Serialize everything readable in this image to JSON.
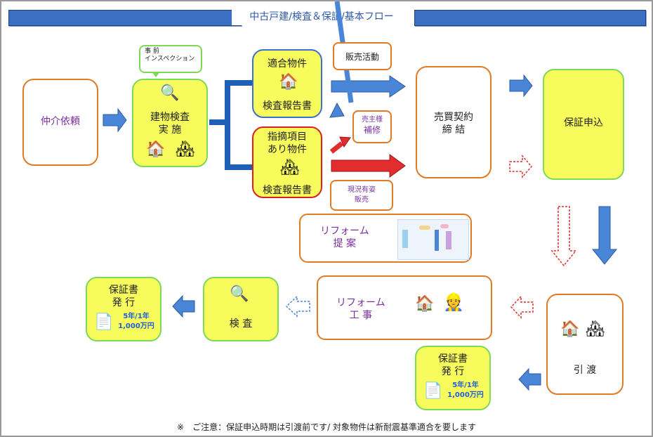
{
  "title": "中古戸建/検査＆保証/基本フロー",
  "nodes": {
    "brokerage": "仲介依頼",
    "pre_inspection_note": "事 前\nインスペクション",
    "building_inspection": "建物検査\n実 施",
    "conforming": "適合物件",
    "defect": "指摘項目\nあり物件",
    "report": "検査報告書",
    "sales_activity": "販売活動",
    "seller": "売主様",
    "repair": "補修",
    "as_is_sale": "現況有姿\n販売",
    "contract": "売買契約\n締 結",
    "application": "保証申込",
    "reform_proposal": "リフォーム\n提 案",
    "reform_work": "リフォーム\n工 事",
    "handover": "引 渡",
    "inspection": "検 査",
    "certificate": "保証書\n発 行",
    "term": "5年/1年",
    "amount": "1,000万円"
  },
  "colors": {
    "title_bar": "#3a6fc4",
    "box_yellow": "#f7fb5c",
    "border_green": "#7ed957",
    "border_orange": "#e07a23",
    "arrow_blue": "#4a86d8",
    "arrow_red": "#e12d2d",
    "label_purple": "#7a2fa0"
  },
  "footnote": "※　ご注意：保証申込時期は引渡前です/ 対象物件は新耐震基準適合を要します"
}
